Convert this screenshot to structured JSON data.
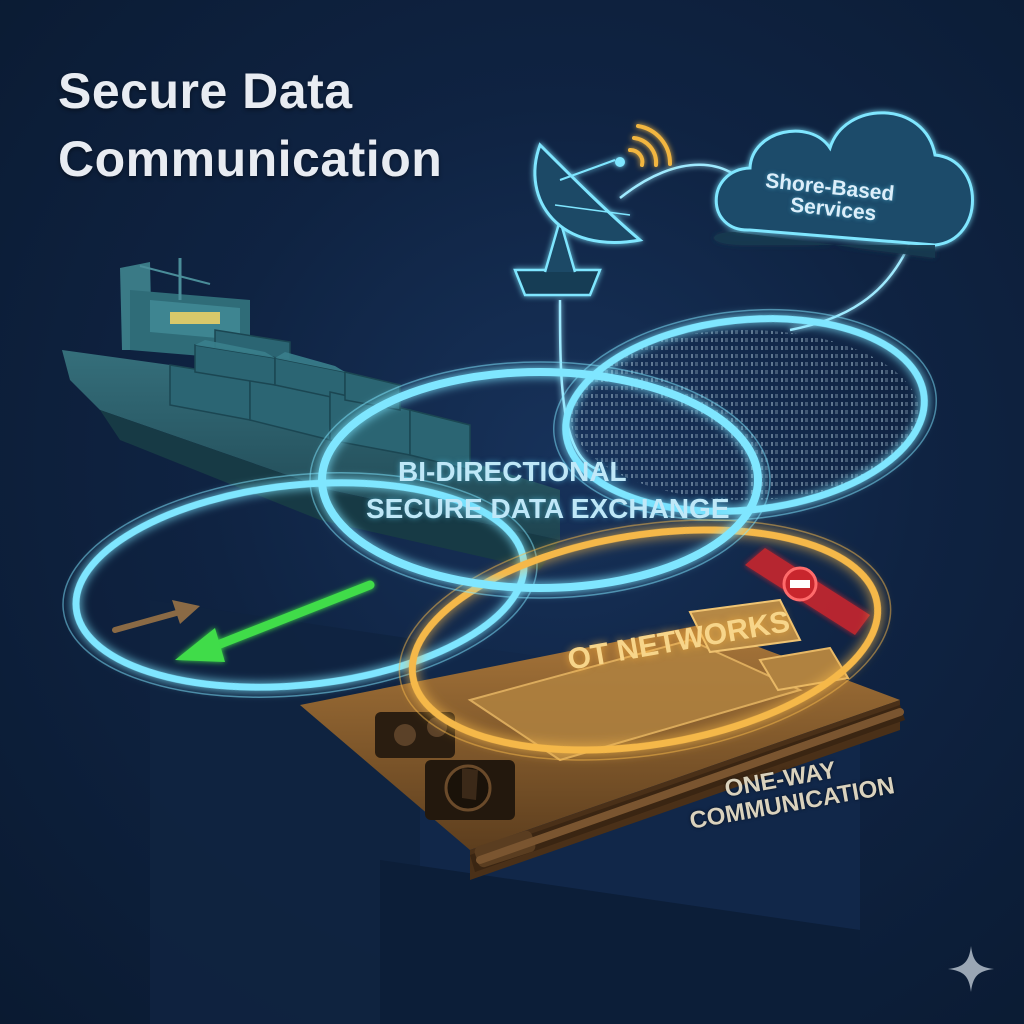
{
  "title": {
    "line1": "Secure Data",
    "line2": "Communication"
  },
  "labels": {
    "cloud_line1": "Shore-Based",
    "cloud_line2": "Services",
    "bidirectional_line1": "BI-DIRECTIONAL",
    "bidirectional_line2": "SECURE DATA EXCHANGE",
    "ot_networks": "OT NETWORKS",
    "oneway_line1": "ONE-WAY",
    "oneway_line2": "COMMUNICATION"
  },
  "icons": {
    "satellite": "satellite-dish-icon",
    "wifi": "signal-waves-icon",
    "cloud": "cloud-icon",
    "ship": "container-ship-illustration",
    "blocked": "no-entry-icon",
    "sparkle": "sparkle-icon"
  },
  "colors": {
    "background": "#0d1f3a",
    "cyan_ring": "#7fe6ff",
    "orange_ring": "#f5b84a",
    "green_arrow": "#3fdc4a",
    "red_barrier": "#c8262d",
    "ship_teal": "#2f6c78"
  }
}
